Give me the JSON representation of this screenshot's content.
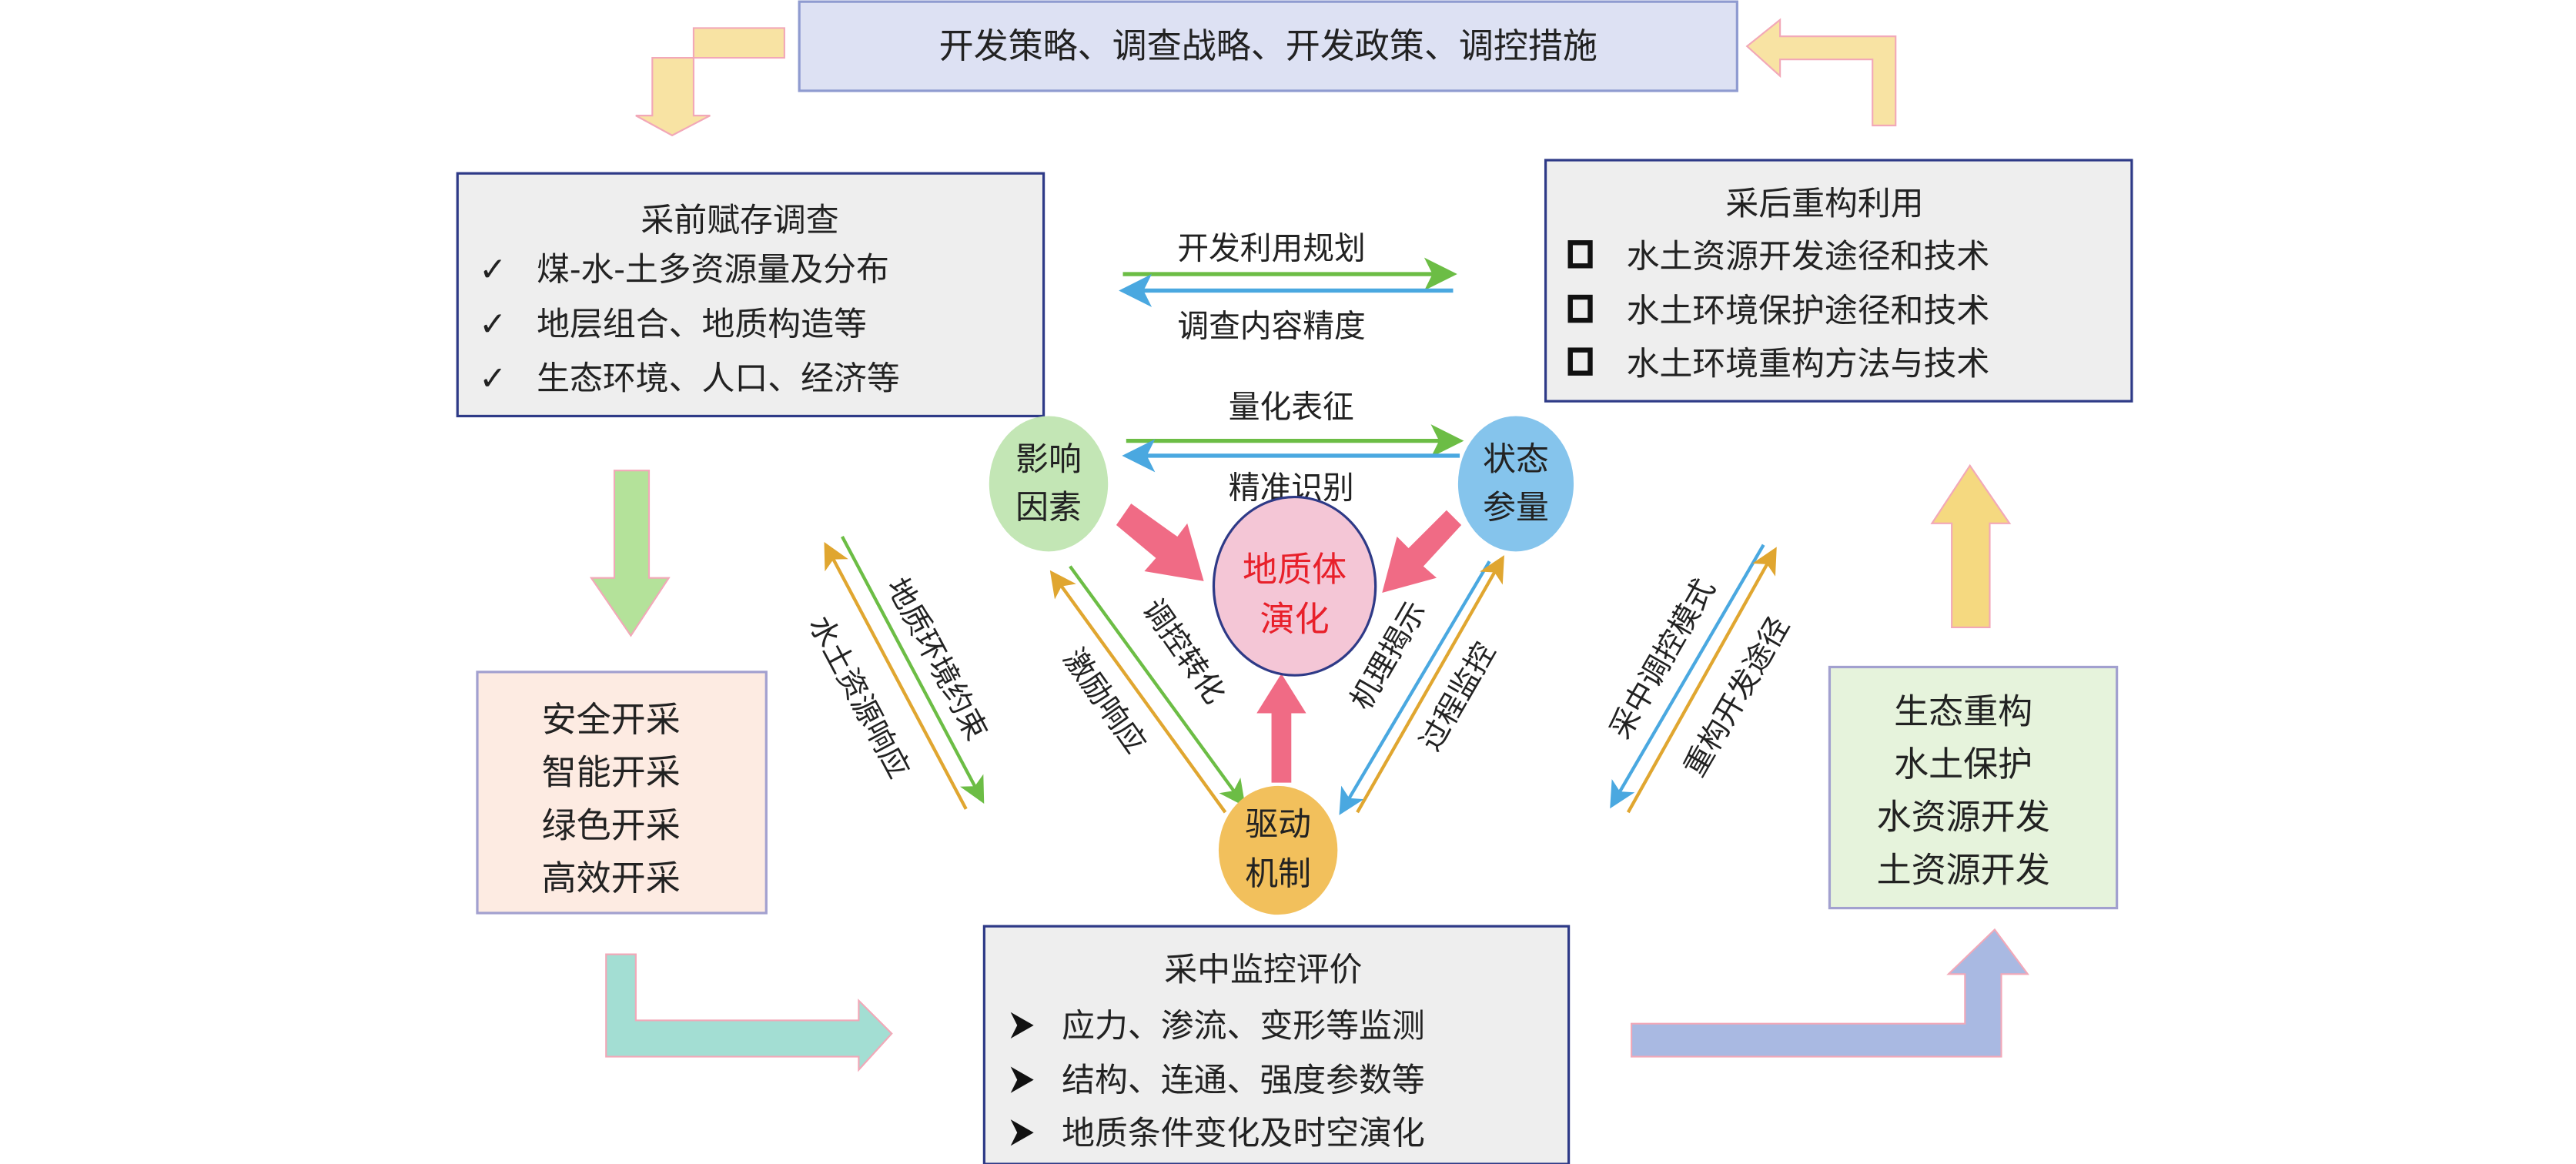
{
  "top_box": {
    "text": "开发策略、调查战略、开发政策、调控措施"
  },
  "pre_mining": {
    "title": "采前赋存调查",
    "bullet_icon": "check-icon",
    "items": [
      "煤-水-土多资源量及分布",
      "地层组合、地质构造等",
      "生态环境、人口、经济等"
    ]
  },
  "post_mining": {
    "title": "采后重构利用",
    "bullet_icon": "square-icon",
    "items": [
      "水土资源开发途径和技术",
      "水土环境保护途径和技术",
      "水土环境重构方法与技术"
    ]
  },
  "mid_mining": {
    "title": "采中监控评价",
    "bullet_icon": "triangle-arrow-icon",
    "items": [
      "应力、渗流、变形等监测",
      "结构、连通、强度参数等",
      "地质条件变化及时空演化"
    ]
  },
  "mining_modes": {
    "items": [
      "安全开采",
      "智能开采",
      "绿色开采",
      "高效开采"
    ]
  },
  "reconstruction": {
    "items": [
      "生态重构",
      "水土保护",
      "水资源开发",
      "土资源开发"
    ]
  },
  "center": {
    "core": [
      "地质体",
      "演化"
    ],
    "influence": [
      "影响",
      "因素"
    ],
    "state": [
      "状态",
      "参量"
    ],
    "driver": [
      "驱动",
      "机制"
    ]
  },
  "labels": {
    "plan": "开发利用规划",
    "precision": "调查内容精度",
    "quantify": "量化表征",
    "identify": "精准识别",
    "geo_constraint": "地质环境约束",
    "resource_response": "水土资源响应",
    "regulate": "调控转化",
    "stimulate": "激励响应",
    "mechanism": "机理揭示",
    "monitor": "过程监控",
    "mode": "采中调控模式",
    "path": "重构开发途径"
  },
  "colors": {
    "navy": "#2e3a87",
    "core_text": "#e8202a",
    "pink_arrow": "#f06b85",
    "green": "#6cbd45",
    "blue": "#4aa8e0",
    "orange": "#e0a630"
  }
}
